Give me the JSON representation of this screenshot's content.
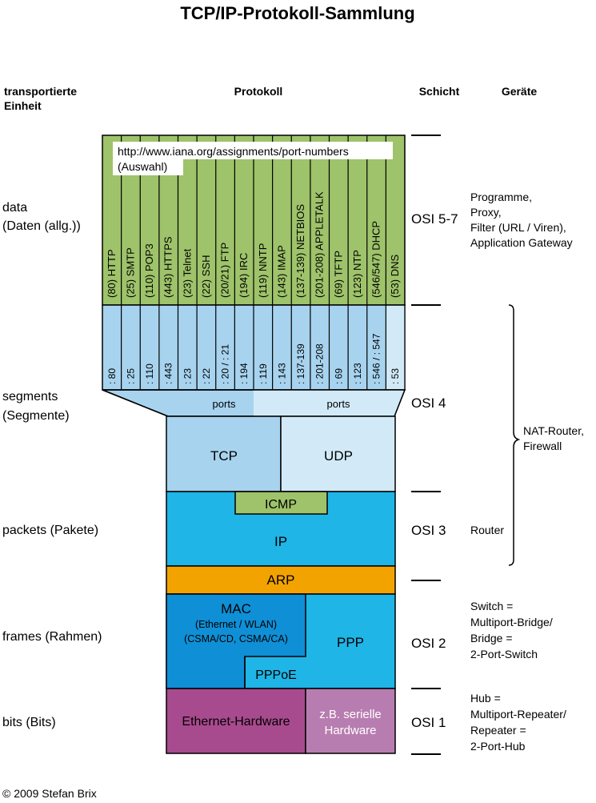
{
  "title": "TCP/IP-Protokoll-Sammlung",
  "headers": {
    "unit_line1": "transportierte",
    "unit_line2": "Einheit",
    "protocol": "Protokoll",
    "layer": "Schicht",
    "devices": "Geräte"
  },
  "units": {
    "data_line1": "data",
    "data_line2": "(Daten (allg.))",
    "segments_line1": "segments",
    "segments_line2": "(Segmente)",
    "packets": "packets (Pakete)",
    "frames": "frames (Rahmen)",
    "bits": "bits (Bits)"
  },
  "layers": {
    "osi57": "OSI 5-7",
    "osi4": "OSI 4",
    "osi3": "OSI 3",
    "osi2": "OSI 2",
    "osi1": "OSI 1"
  },
  "devices": {
    "app_line1": "Programme,",
    "app_line2": "Proxy,",
    "app_line3": "Filter (URL / Viren),",
    "app_line4": "Application Gateway",
    "nat_line1": "NAT-Router,",
    "nat_line2": "Firewall",
    "router": "Router",
    "switch_line1": "Switch =",
    "switch_line2": "Multiport-Bridge/",
    "switch_line3": "Bridge =",
    "switch_line4": "2-Port-Switch",
    "hub_line1": "Hub =",
    "hub_line2": "Multiport-Repeater/",
    "hub_line3": "Repeater =",
    "hub_line4": "2-Port-Hub"
  },
  "source": {
    "line1": "http://www.iana.org/assignments/port-numbers",
    "line2": "(Auswahl)"
  },
  "app_protocols": [
    {
      "label": "(80) HTTP",
      "port": ": 80"
    },
    {
      "label": "(25) SMTP",
      "port": ": 25"
    },
    {
      "label": "(110) POP3",
      "port": ": 110"
    },
    {
      "label": "(443) HTTPS",
      "port": ": 443"
    },
    {
      "label": "(23) Telnet",
      "port": ": 23"
    },
    {
      "label": "(22) SSH",
      "port": ": 22"
    },
    {
      "label": "(20/21) FTP",
      "port": ": 20 / : 21"
    },
    {
      "label": "(194) IRC",
      "port": ": 194"
    },
    {
      "label": "(119) NNTP",
      "port": ": 119"
    },
    {
      "label": "(143) IMAP",
      "port": ": 143"
    },
    {
      "label": "(137-139) NETBIOS",
      "port": ": 137-139"
    },
    {
      "label": "(201-208) APPLETALK",
      "port": ": 201-208"
    },
    {
      "label": "(69) TFTP",
      "port": ": 69"
    },
    {
      "label": "(123) NTP",
      "port": ": 123"
    },
    {
      "label": "(546/547) DHCP",
      "port": ": 546 / : 547"
    },
    {
      "label": "(53) DNS",
      "port": ": 53"
    }
  ],
  "transport": {
    "ports_left": "ports",
    "ports_right": "ports",
    "tcp": "TCP",
    "udp": "UDP"
  },
  "network": {
    "icmp": "ICMP",
    "ip": "IP",
    "arp": "ARP"
  },
  "link": {
    "mac": "MAC",
    "mac_sub1": "(Ethernet / WLAN)",
    "mac_sub2": "(CSMA/CD, CSMA/CA)",
    "ppp": "PPP",
    "pppoe": "PPPoE"
  },
  "physical": {
    "ethernet": "Ethernet-Hardware",
    "serial_line1": "z.B. serielle",
    "serial_line2": "Hardware"
  },
  "copyright": "© 2009 Stefan Brix",
  "colors": {
    "application": "#9ec36a",
    "tcp": "#a7d3ef",
    "udp": "#d2eaf8",
    "ip": "#1fb5e6",
    "icmp": "#9ec36a",
    "arp": "#f3a300",
    "mac": "#0f8fd6",
    "ppp": "#1fb5e6",
    "ethernet": "#a84a8e",
    "serial": "#b87db0"
  }
}
